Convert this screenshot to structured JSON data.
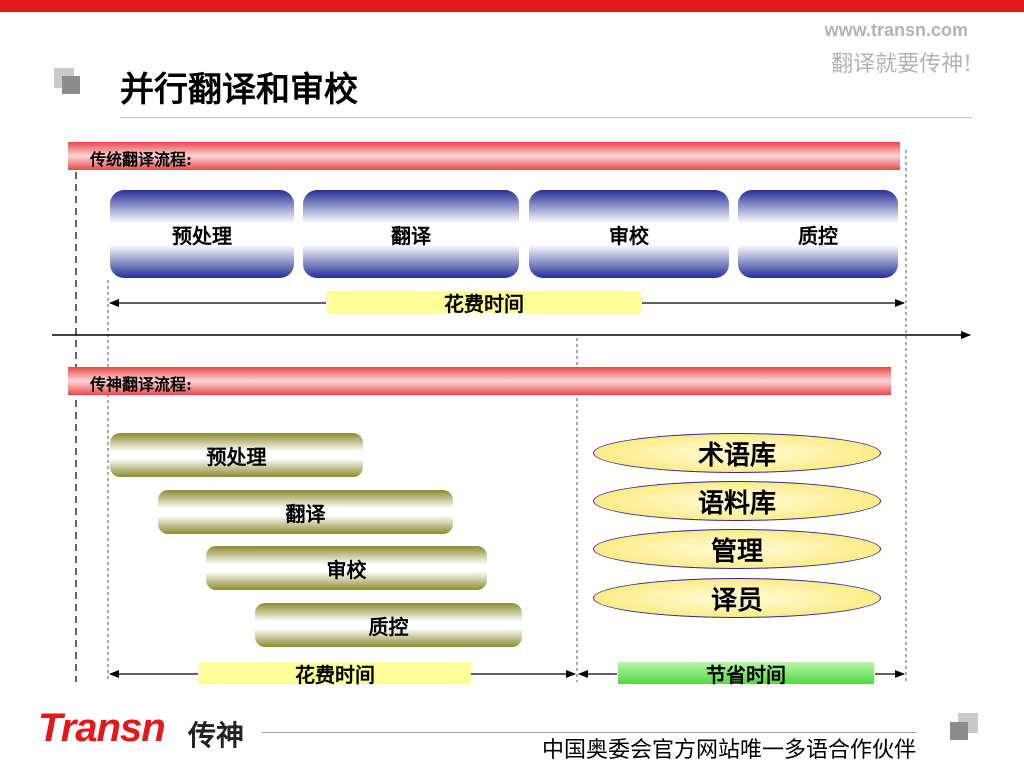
{
  "header": {
    "site": "www.transn.com",
    "slogan": "翻译就要传神!",
    "title": "并行翻译和审校"
  },
  "traditional": {
    "label": "传统翻译流程:",
    "steps": [
      "预处理",
      "翻译",
      "审校",
      "质控"
    ],
    "time_label": "花费时间"
  },
  "transn": {
    "label": "传神翻译流程:",
    "steps": [
      "预处理",
      "翻译",
      "审校",
      "质控"
    ],
    "resources": [
      "术语库",
      "语料库",
      "管理",
      "译员"
    ],
    "time_label": "花费时间",
    "saved_label": "节省时间"
  },
  "footer": {
    "logo_text": "Transn",
    "logo_cn": "传神",
    "partner_text": "中国奥委会官方网站唯一多语合作伙伴"
  },
  "colors": {
    "brand_red": "#e3181b",
    "step_blue": "#242f96",
    "step_olive": "#8b8b2e",
    "time_yellow": "#ffff99",
    "saved_green": "#54d847"
  }
}
